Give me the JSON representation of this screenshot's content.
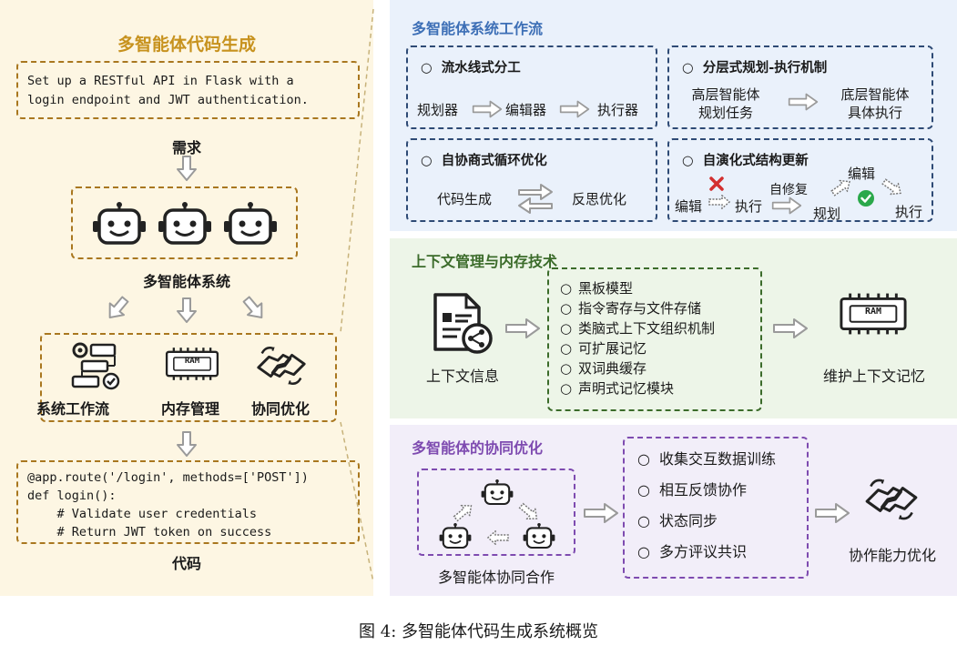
{
  "left": {
    "title": "多智能体代码生成",
    "prompt": "Set up a RESTful API in Flask with a\nlogin endpoint and JWT authentication.",
    "need_label": "需求",
    "mas_label": "多智能体系统",
    "modules": [
      "系统工作流",
      "内存管理",
      "协同优化"
    ],
    "ram_label": "RAM",
    "code": "@app.route('/login', methods=['POST'])\ndef login():\n    # Validate user credentials\n    # Return JWT token on success",
    "code_label": "代码"
  },
  "workflow": {
    "title": "多智能体系统工作流",
    "pipeline": {
      "title": "流水线式分工",
      "steps": [
        "规划器",
        "编辑器",
        "执行器"
      ]
    },
    "hierarchical": {
      "title": "分层式规划-执行机制",
      "high": "高层智能体\n规划任务",
      "low": "底层智能体\n具体执行"
    },
    "negotiation": {
      "title": "自协商式循环优化",
      "left": "代码生成",
      "right": "反思优化"
    },
    "evolving": {
      "title": "自演化式结构更新",
      "edit1": "编辑",
      "exec1": "执行",
      "selfrepair": "自修复",
      "plan": "规划",
      "edit2": "编辑",
      "exec2": "执行"
    }
  },
  "context": {
    "title": "上下文管理与内存技术",
    "input_label": "上下文信息",
    "items": [
      "黑板模型",
      "指令寄存与文件存储",
      "类脑式上下文组织机制",
      "可扩展记忆",
      "双词典缓存",
      "声明式记忆模块"
    ],
    "output_label": "维护上下文记忆",
    "ram_label": "RAM"
  },
  "collab": {
    "title": "多智能体的协同优化",
    "input_label": "多智能体协同合作",
    "items": [
      "收集交互数据训练",
      "相互反馈协作",
      "状态同步",
      "多方评议共识"
    ],
    "output_label": "协作能力优化"
  },
  "caption": "图 4: 多智能体代码生成系统概览",
  "colors": {
    "left_bg": "#fdf6e3",
    "left_title": "#c7921e",
    "left_border": "#a9771f",
    "workflow_bg": "#eaf1fb",
    "workflow_title": "#3d6fb6",
    "workflow_border": "#2e4a75",
    "context_bg": "#edf5e8",
    "context_title": "#3b6b2a",
    "context_border": "#3b6b2a",
    "collab_bg": "#f2eef9",
    "collab_title": "#7e4bb0",
    "collab_border": "#7e4bb0"
  }
}
